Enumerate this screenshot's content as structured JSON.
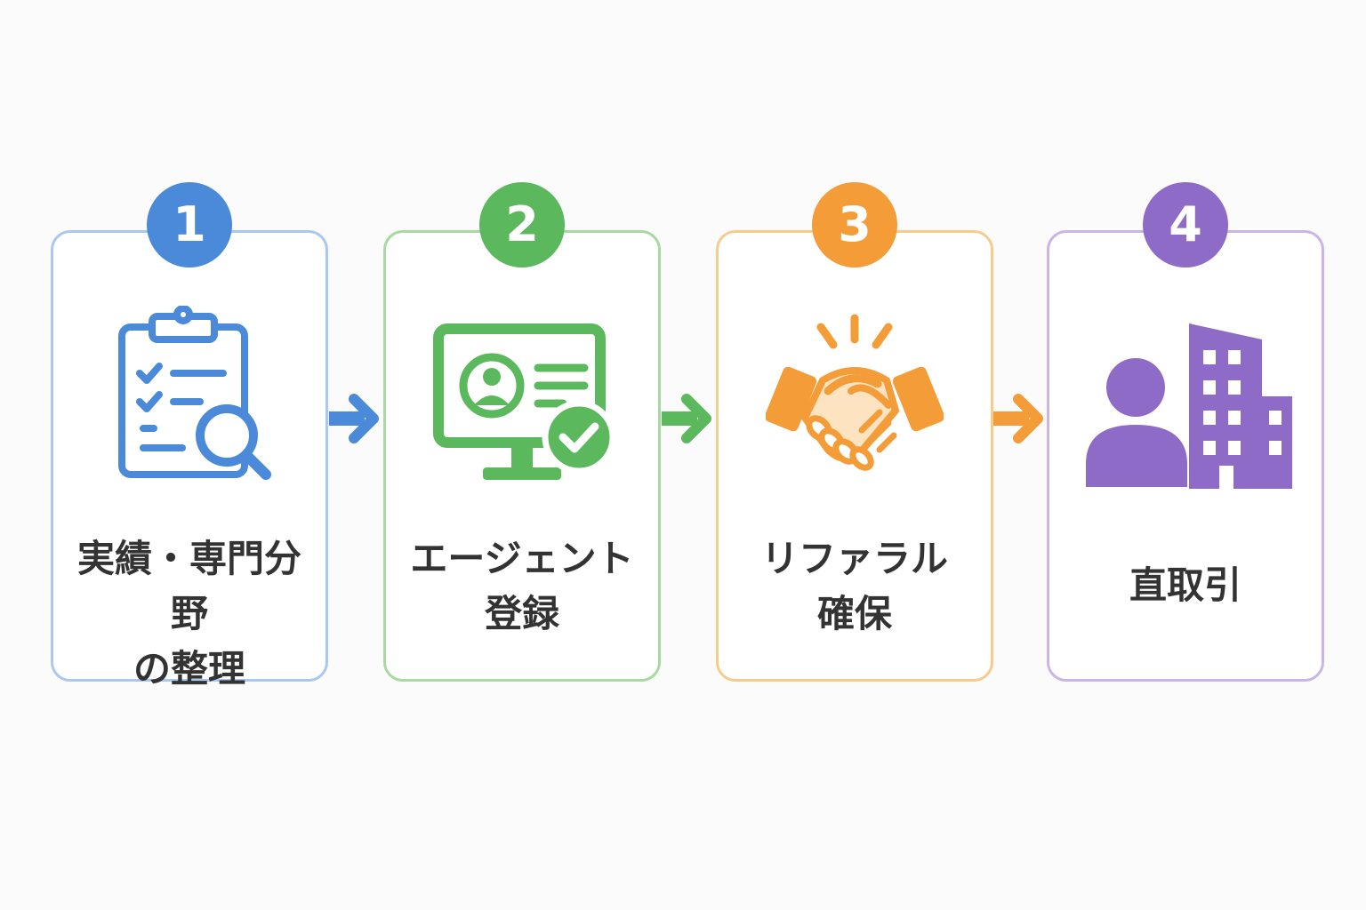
{
  "colors": {
    "step1": "#4a8ad8",
    "step1_light": "#a8c8ee",
    "step2": "#5cb85c",
    "step2_light": "#a8d9a0",
    "step3": "#f39c38",
    "step3_light": "#f6cc8e",
    "step4": "#8e6bc6",
    "step4_light": "#c9b5e6",
    "text": "#333333"
  },
  "steps": [
    {
      "number": "1",
      "icon": "clipboard-checklist-magnifier-icon",
      "label_lines": [
        "実績・専門分野",
        "の整理"
      ]
    },
    {
      "number": "2",
      "icon": "monitor-profile-check-icon",
      "label_lines": [
        "エージェント",
        "登録"
      ]
    },
    {
      "number": "3",
      "icon": "handshake-icon",
      "label_lines": [
        "リファラル",
        "確保"
      ]
    },
    {
      "number": "4",
      "icon": "person-building-icon",
      "label_lines": [
        "直取引"
      ]
    }
  ],
  "arrows": [
    {
      "icon": "arrow-right-icon",
      "color": "#4a8ad8"
    },
    {
      "icon": "arrow-right-icon",
      "color": "#5cb85c"
    },
    {
      "icon": "arrow-right-icon",
      "color": "#f39c38"
    }
  ]
}
